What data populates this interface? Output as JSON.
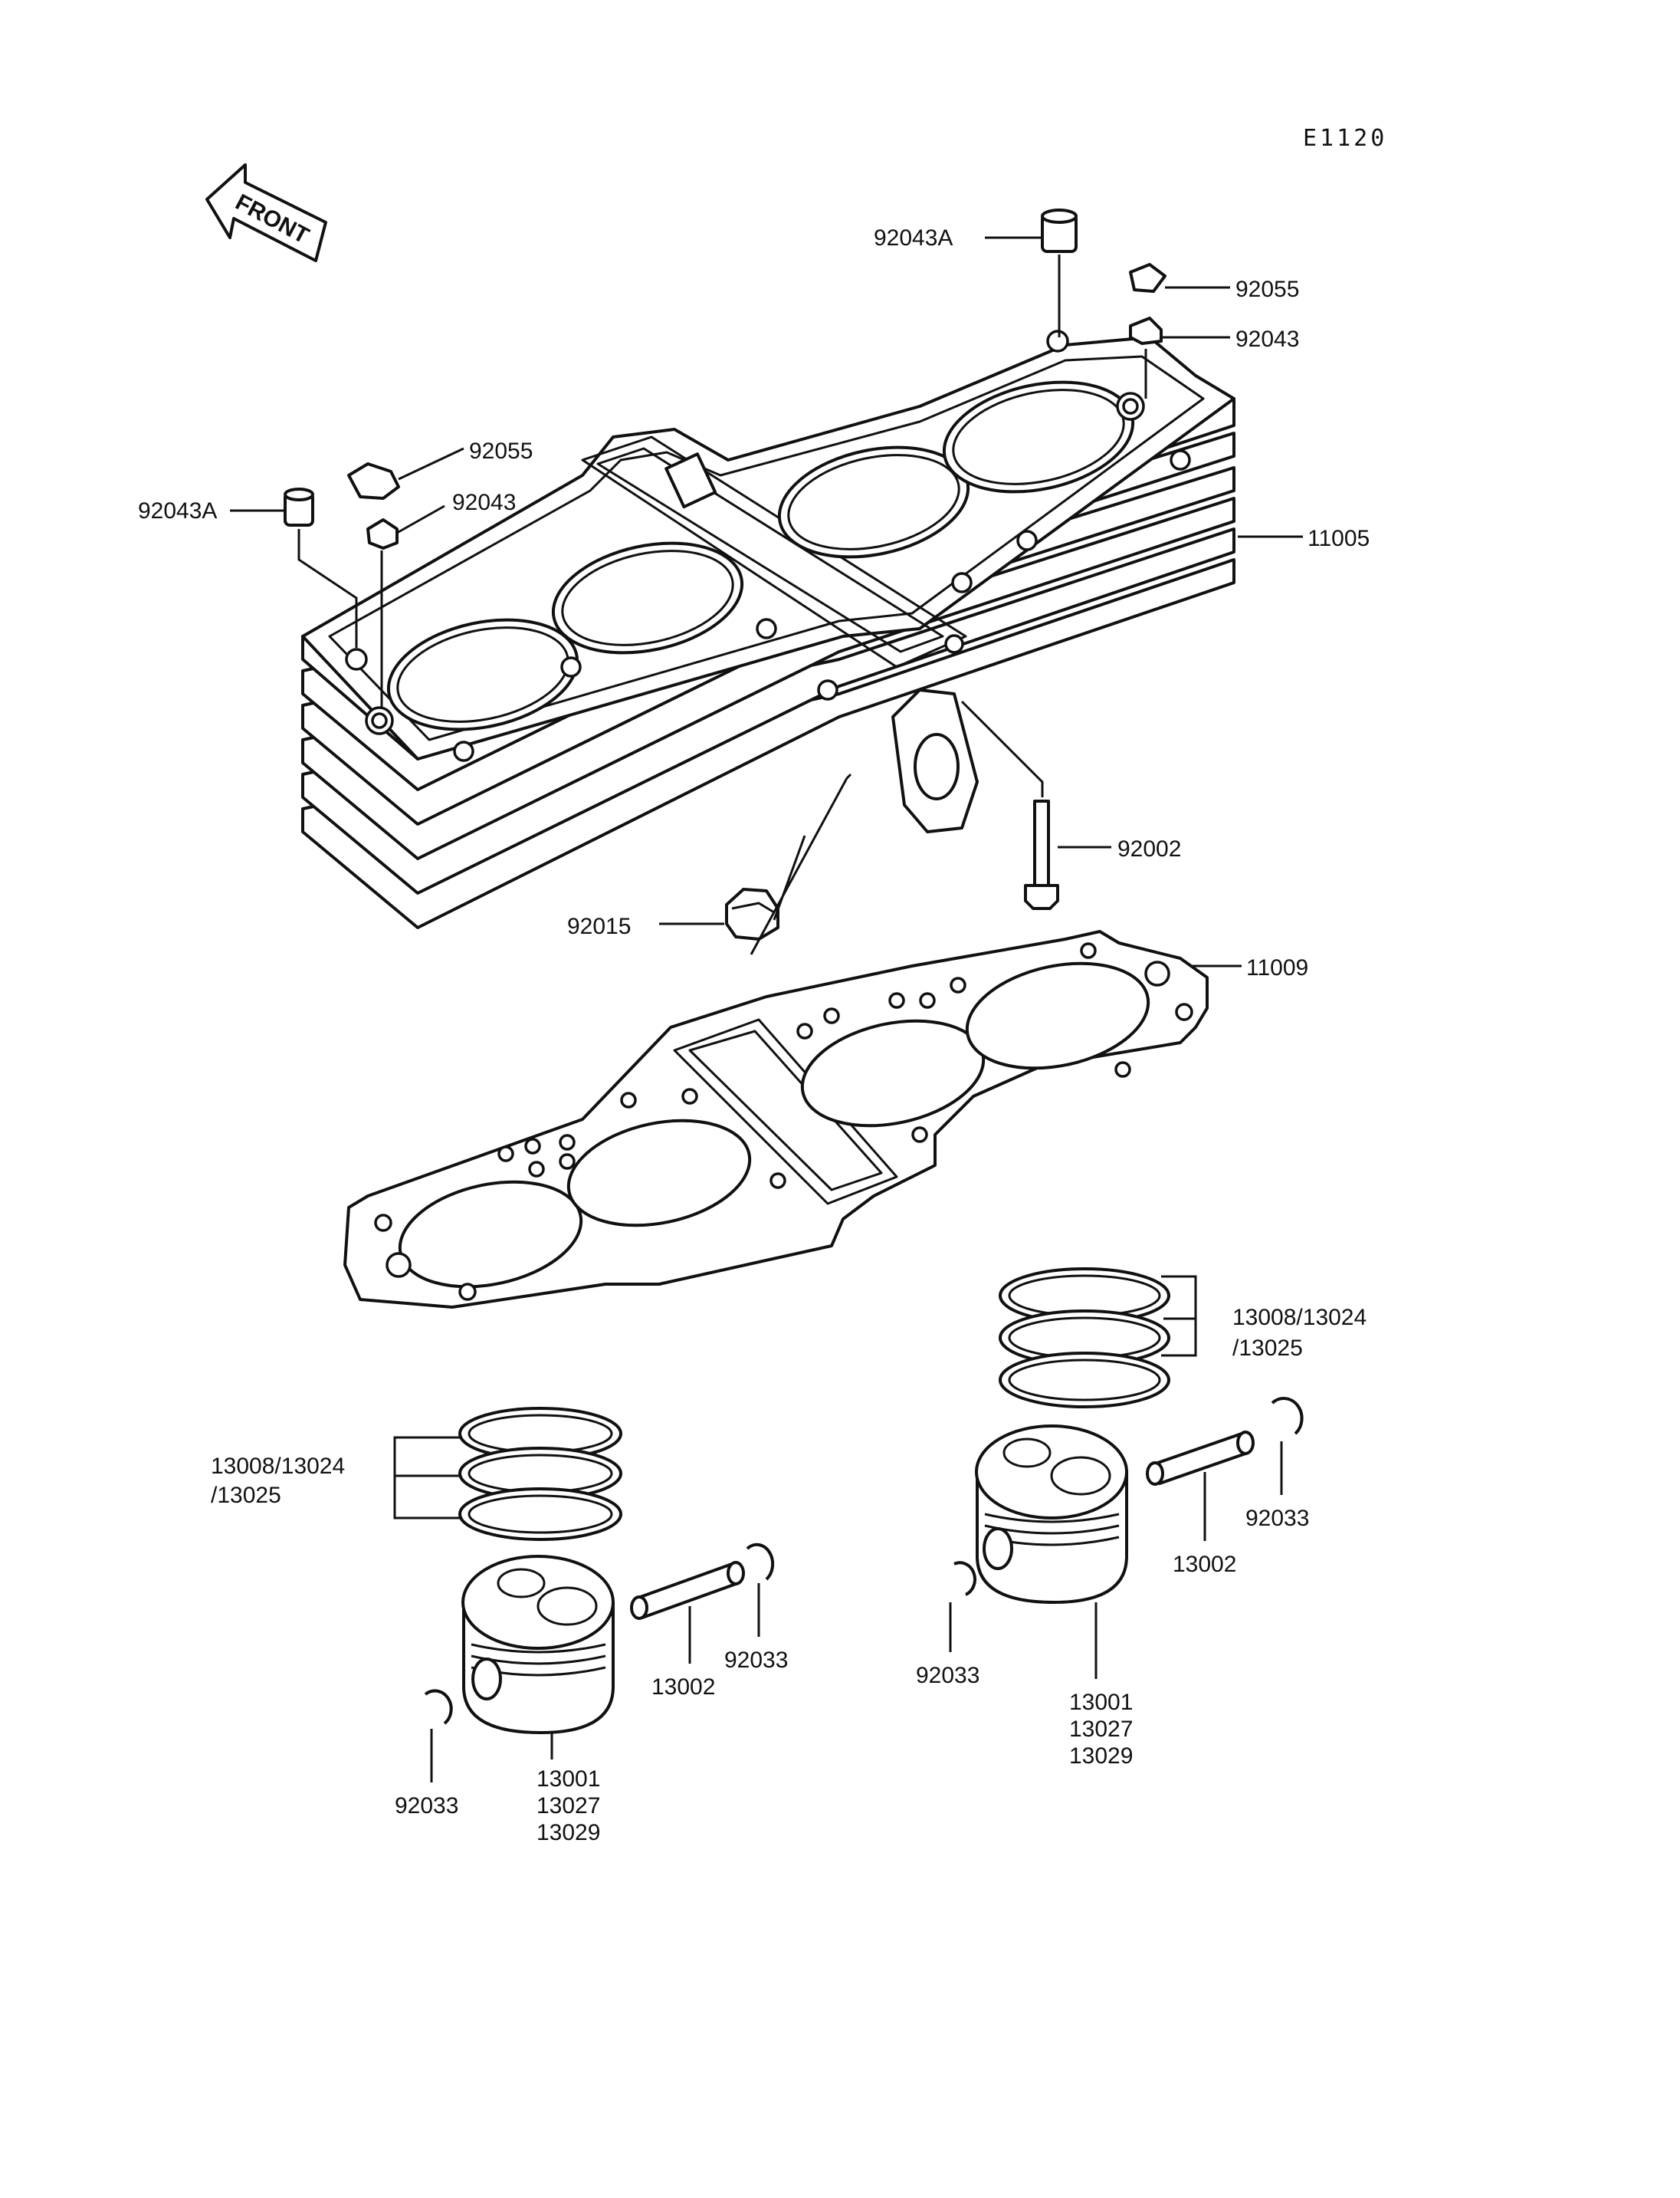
{
  "diagram_code": "E1120",
  "front_label": "FRONT",
  "callouts": {
    "bolt_cap_92043A_top": "92043A",
    "bolt_cap_92043A_left": "92043A",
    "gasket_92055_top": "92055",
    "gasket_92055_left": "92055",
    "collar_92043_top": "92043",
    "collar_92043_left": "92043",
    "cylinder_block": "11005",
    "bolt_92002": "92002",
    "nut_92015": "92015",
    "base_gasket": "11009",
    "rings_left": [
      "13008/13024",
      "/13025"
    ],
    "rings_right": [
      "13008/13024",
      "/13025"
    ],
    "piston_left": [
      "13001",
      "13027",
      "13029"
    ],
    "piston_right": [
      "13001",
      "13027",
      "13029"
    ],
    "pin_left": "13002",
    "pin_right": "13002",
    "clip_left_a": "92033",
    "clip_left_b": "92033",
    "clip_right_a": "92033",
    "clip_right_b": "92033"
  },
  "colors": {
    "ink": "#111111",
    "paper": "#ffffff"
  }
}
